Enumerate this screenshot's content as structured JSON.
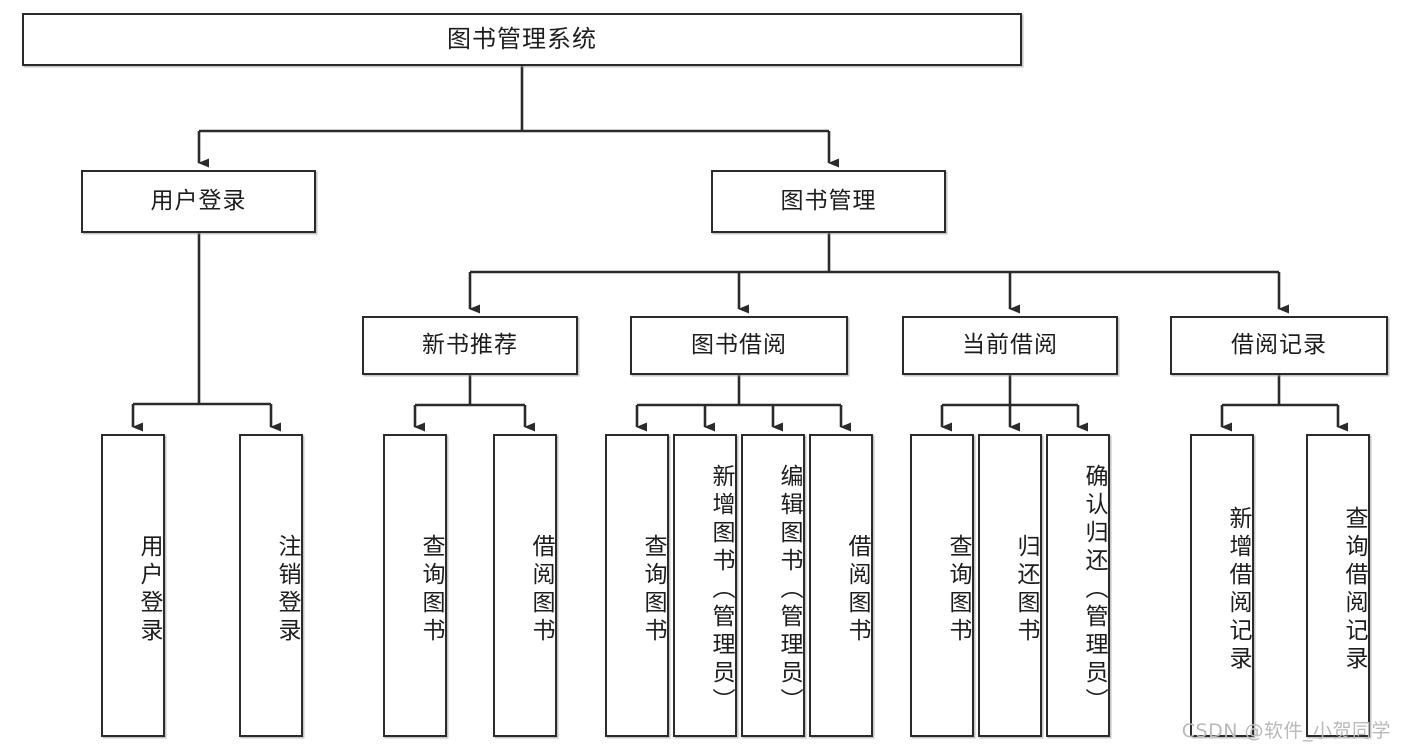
{
  "diagram": {
    "title": "图书管理系统",
    "type": "tree",
    "orientation": "top-down",
    "colors": {
      "box_border": "#2b2b2b",
      "box_fill": "#ffffff",
      "connector": "#2b2b2b",
      "text": "#1d1d1d",
      "watermark": "#b9b9b9"
    },
    "root": {
      "label": "图书管理系统"
    },
    "level2": [
      {
        "label": "用户登录"
      },
      {
        "label": "图书管理"
      }
    ],
    "level3": [
      {
        "label": "新书推荐"
      },
      {
        "label": "图书借阅"
      },
      {
        "label": "当前借阅"
      },
      {
        "label": "借阅记录"
      }
    ],
    "leaves": {
      "user_login": [
        {
          "label": "用户登录"
        },
        {
          "label": "注销登录"
        }
      ],
      "new_book_recommend": [
        {
          "label": "查询图书"
        },
        {
          "label": "借阅图书"
        }
      ],
      "book_borrow": [
        {
          "label": "查询图书"
        },
        {
          "label": "新增图书（管理员）"
        },
        {
          "label": "编辑图书（管理员）"
        },
        {
          "label": "借阅图书"
        }
      ],
      "current_borrow": [
        {
          "label": "查询图书"
        },
        {
          "label": "归还图书"
        },
        {
          "label": "确认归还（管理员）"
        }
      ],
      "borrow_record": [
        {
          "label": "新增借阅记录"
        },
        {
          "label": "查询借阅记录"
        }
      ]
    }
  },
  "watermark": {
    "text": "CSDN @软件_小贺同学"
  }
}
